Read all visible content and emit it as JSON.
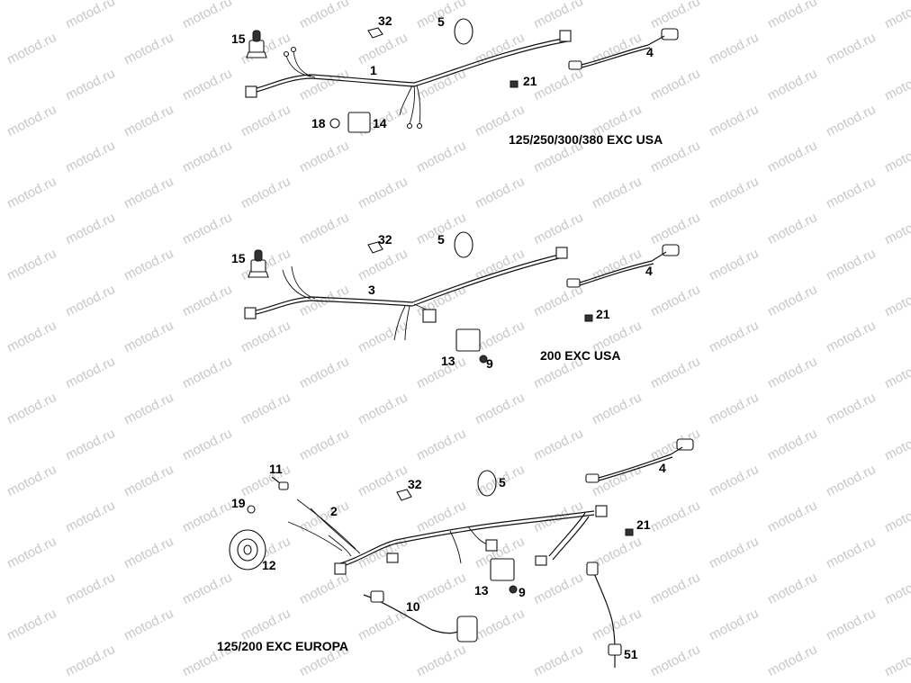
{
  "watermark": "motod.ru",
  "sections": [
    {
      "caption": "125/250/300/380 EXC USA",
      "labels": [
        "1",
        "4",
        "5",
        "14",
        "15",
        "18",
        "21",
        "32"
      ]
    },
    {
      "caption": "200 EXC USA",
      "labels": [
        "3",
        "4",
        "5",
        "9",
        "13",
        "15",
        "21",
        "32"
      ]
    },
    {
      "caption": "125/200 EXC EUROPA",
      "labels": [
        "2",
        "4",
        "5",
        "9",
        "10",
        "11",
        "12",
        "13",
        "19",
        "21",
        "32",
        "51"
      ]
    }
  ]
}
